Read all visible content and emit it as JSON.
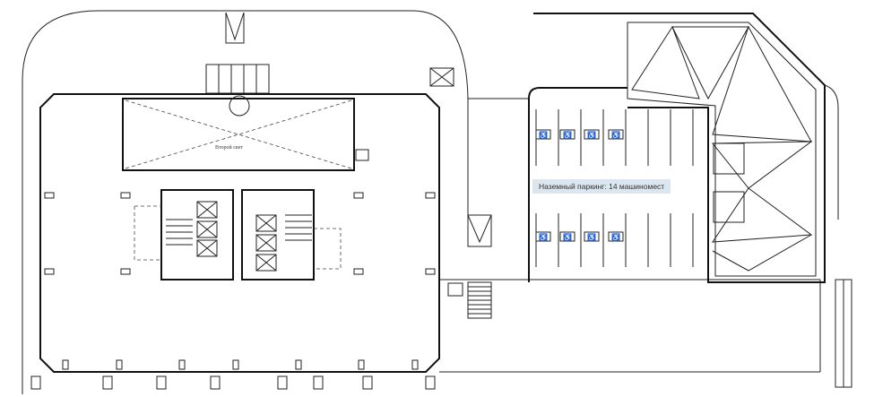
{
  "plan": {
    "zone_label": "Второй свет",
    "parking_label": "Наземный паркинг: 14 машиномест",
    "accessible_spots": 8,
    "accessible_icon": "wheelchair-icon",
    "label_background": "#dbe6ee"
  }
}
